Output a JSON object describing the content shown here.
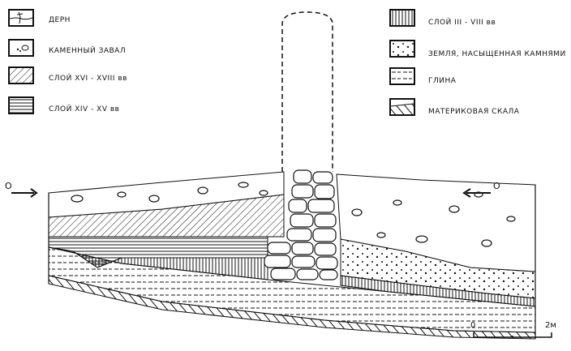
{
  "legend_left": [
    {
      "pattern": "turf",
      "label": "ДЕРН"
    },
    {
      "pattern": "rubble",
      "label": "КАМЕННЫЙ ЗАВАЛ"
    },
    {
      "pattern": "diagonal",
      "label": "СЛОЙ XVI - XVIII вв"
    },
    {
      "pattern": "horizontal",
      "label": "СЛОЙ XIV - XV вв"
    }
  ],
  "legend_right": [
    {
      "pattern": "vertical",
      "label": "СЛОЙ III - VIII вв"
    },
    {
      "pattern": "dotted",
      "label": "ЗЕМЛЯ, НАСЫЩЕННАЯ КАМНЯМИ"
    },
    {
      "pattern": "clay",
      "label": "ГЛИНА"
    },
    {
      "pattern": "bedrock",
      "label": "МАТЕРИКОВАЯ СКАЛА"
    }
  ],
  "section": {
    "left_marker": "О",
    "right_marker": "О"
  },
  "scale": {
    "start": "0",
    "end": "2м"
  }
}
